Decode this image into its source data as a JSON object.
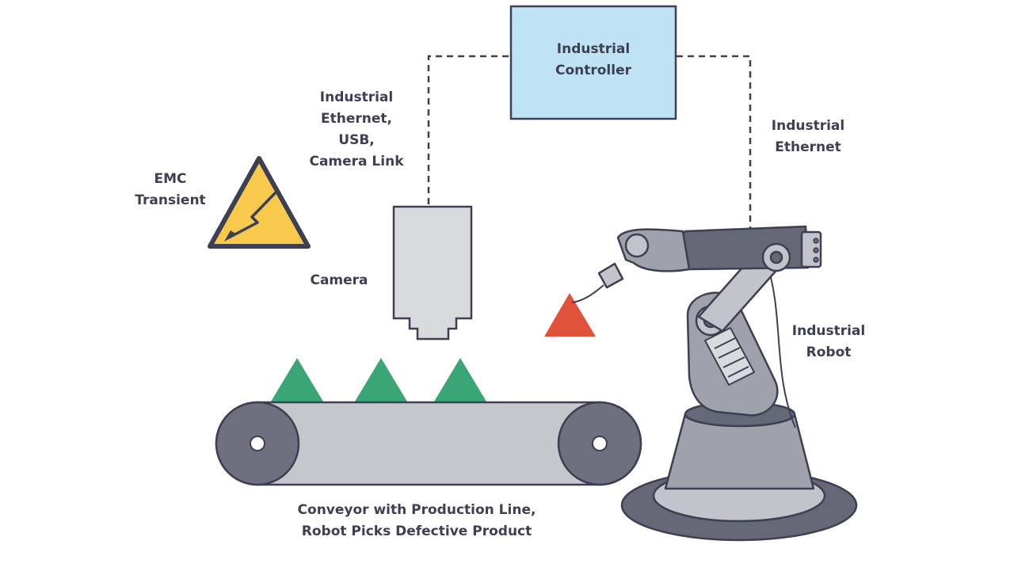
{
  "diagram": {
    "controller": {
      "line1": "Industrial",
      "line2": "Controller"
    },
    "camera_link": {
      "line1": "Industrial",
      "line2": "Ethernet,",
      "line3": "USB,",
      "line4": "Camera Link"
    },
    "robot_link": {
      "line1": "Industrial",
      "line2": "Ethernet"
    },
    "emc": {
      "line1": "EMC",
      "line2": "Transient"
    },
    "camera": {
      "label": "Camera"
    },
    "robot": {
      "line1": "Industrial",
      "line2": "Robot"
    },
    "conveyor": {
      "line1": "Conveyor with Production Line,",
      "line2": "Robot Picks Defective Product"
    }
  },
  "colors": {
    "controller_fill": "#bfe3f5",
    "outline": "#3d3f52",
    "good_product": "#3aa676",
    "defective_product": "#e0533a",
    "warning_yellow": "#f8c94c",
    "camera_body": "#d9dade",
    "belt": "#c6c7cd",
    "roller": "#6e7080",
    "robot_light": "#c3c4cb",
    "robot_mid": "#9fa1ab",
    "robot_dark": "#666878"
  },
  "icons": [
    "warning-lightning-icon"
  ]
}
